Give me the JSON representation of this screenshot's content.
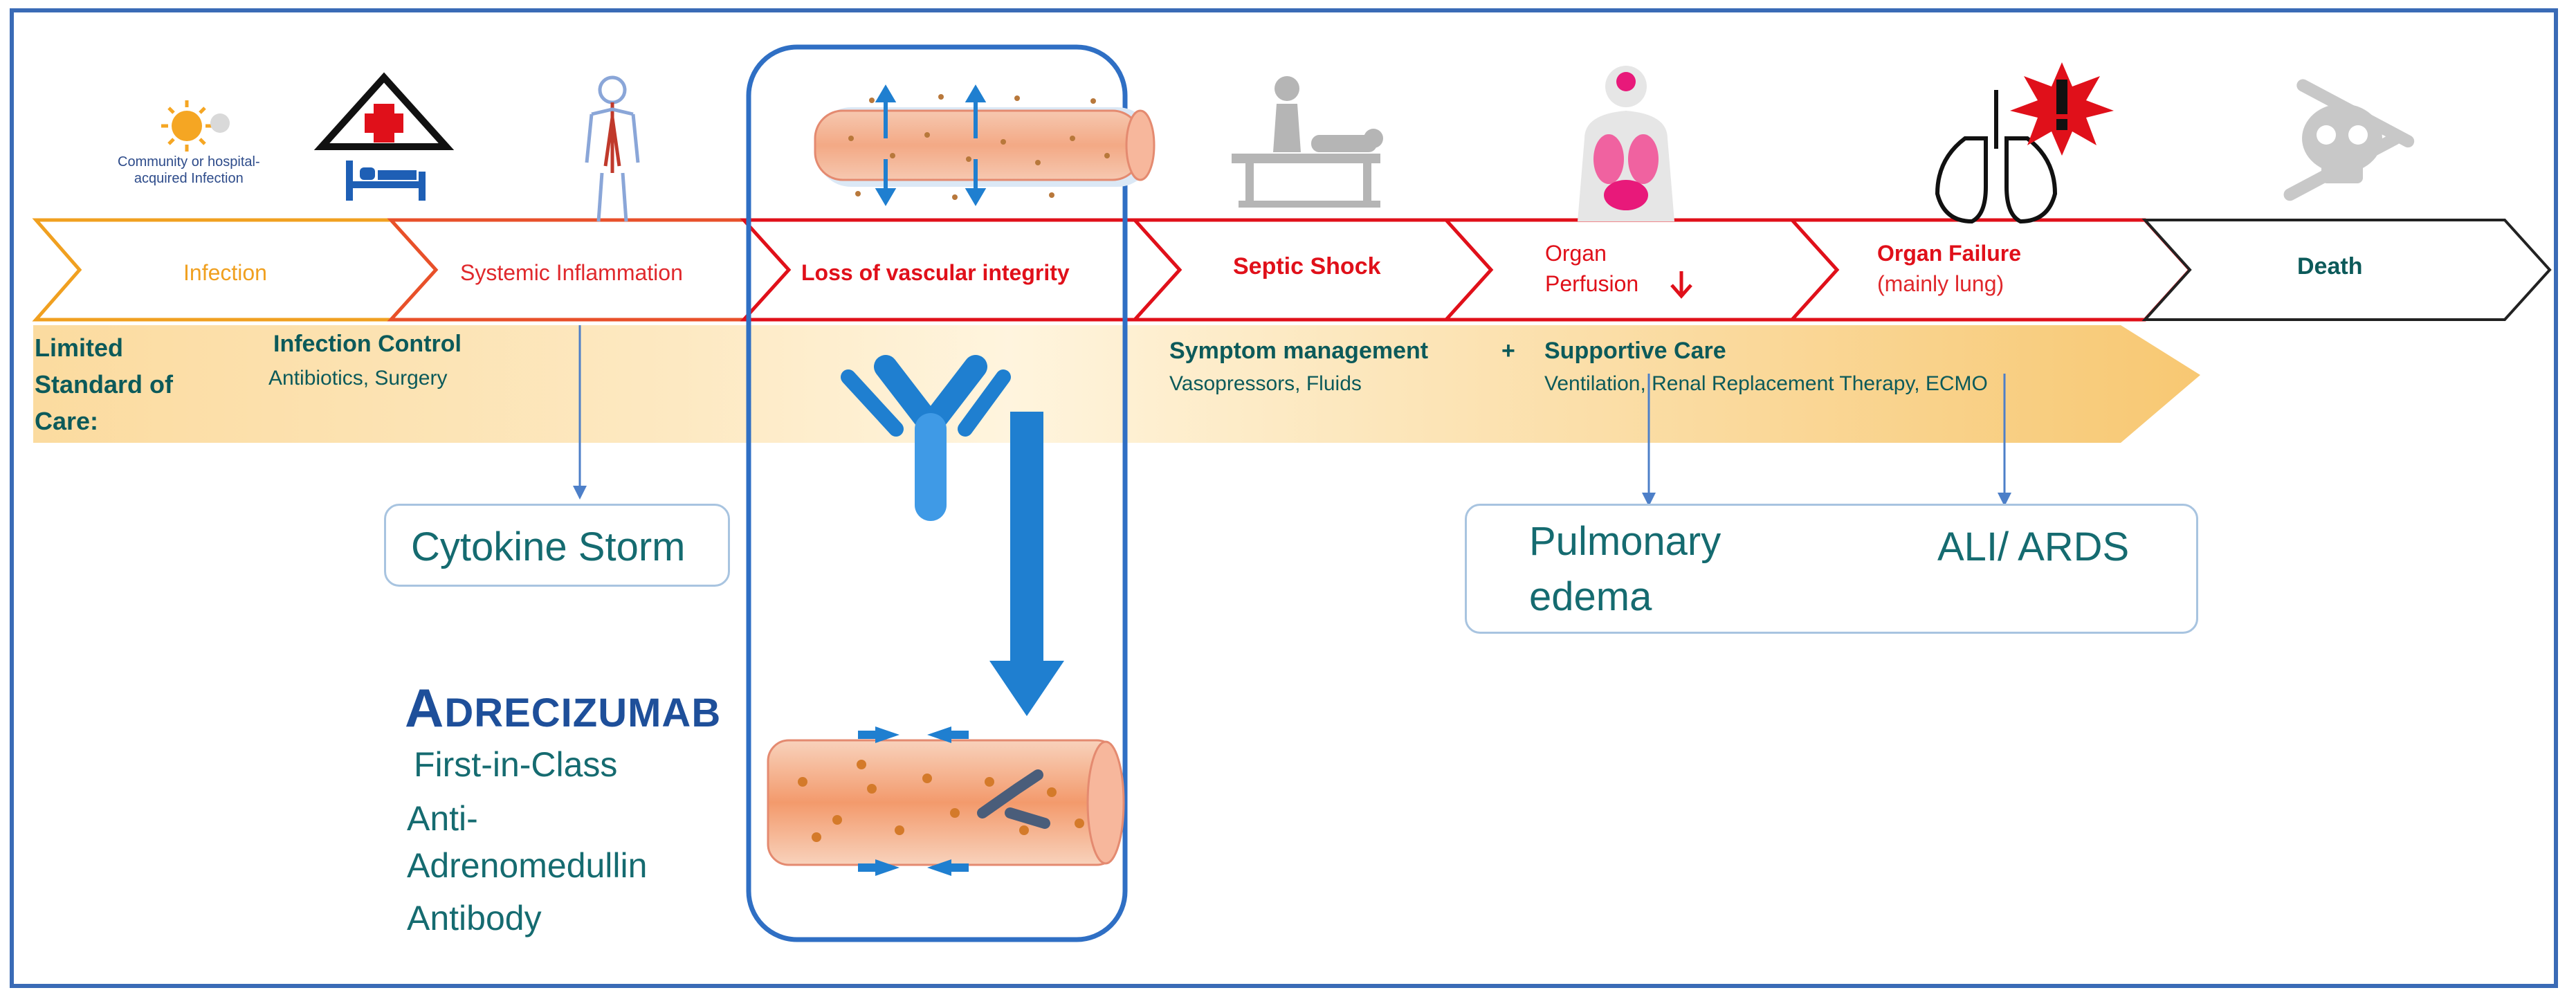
{
  "stages": [
    {
      "label": "Infection",
      "color": "#f0a020"
    },
    {
      "label": "Systemic Inflammation",
      "color": "#e0282c"
    },
    {
      "label": "Loss of vascular integrity",
      "color": "#e0101a"
    },
    {
      "label": "Septic Shock",
      "color": "#e0101a"
    },
    {
      "label": "Organ",
      "color": "#e0101a"
    },
    {
      "label": "Perfusion",
      "color": "#e0101a"
    },
    {
      "label": "Organ Failure",
      "color": "#e0101a"
    },
    {
      "label": "(mainly lung)",
      "color": "#e0282c"
    },
    {
      "label": "Death",
      "color": "#0c5a5a"
    }
  ],
  "infection_caption_1": "Community or hospital-",
  "infection_caption_2": "acquired Infection",
  "standard_of_care": {
    "heading_1": "Limited",
    "heading_2": "Standard of",
    "heading_3": "Care:",
    "infection_control": "Infection Control",
    "infection_control_items": "Antibiotics, Surgery",
    "symptom_management": "Symptom management",
    "plus": "+",
    "supportive_care": "Supportive Care",
    "symptom_items": "Vasopressors, Fluids",
    "supportive_items": "Ventilation, Renal  Replacement Therapy, ECMO"
  },
  "cytokine_storm": "Cytokine Storm",
  "pulmonary_1": "Pulmonary",
  "pulmonary_2": "edema",
  "ali_ards": "ALI/ ARDS",
  "drug": {
    "name_first": "A",
    "name_rest": "DRECIZUMAB",
    "line1": "First-in-Class",
    "line2": "Anti-",
    "line3": "Adrenomedullin",
    "line4": "Antibody"
  },
  "colors": {
    "frame": "#3a6bb6",
    "teal": "#156b70",
    "red": "#e0101a",
    "orange": "#f0a020",
    "antibody_blue": "#1f7fd0"
  },
  "icons": [
    "sun-icon",
    "hospital-warning-icon",
    "bed-icon",
    "human-body-icon",
    "blood-vessel-icon",
    "patient-icon",
    "organ-perfusion-icon",
    "lungs-icon",
    "skull-icon",
    "antibody-icon",
    "down-arrow-icon"
  ]
}
